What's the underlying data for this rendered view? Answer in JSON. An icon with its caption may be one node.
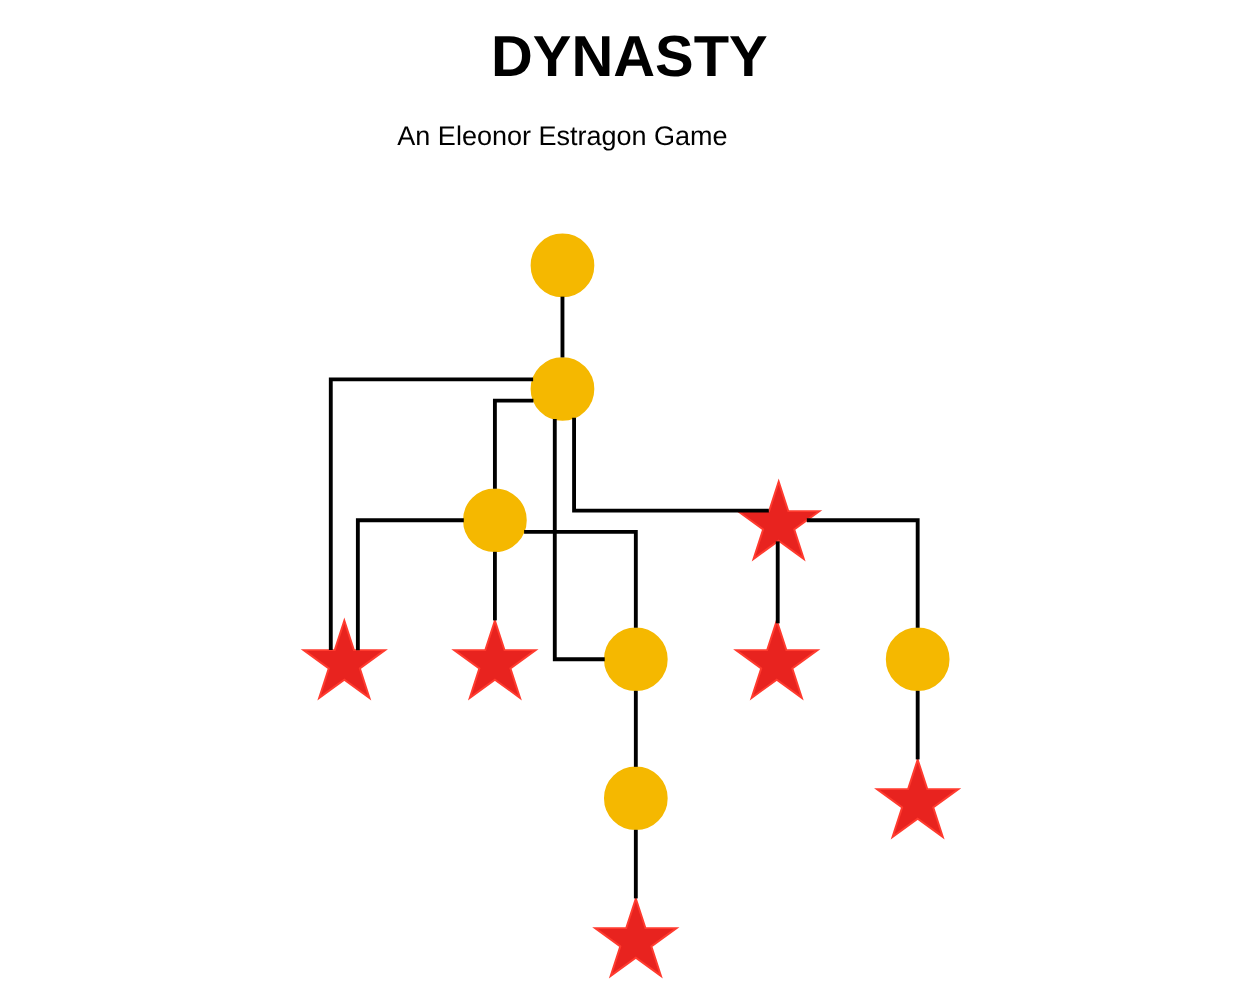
{
  "diagram": {
    "title": "DYNASTY",
    "nodes": [
      {
        "text": [],
        "shape": "circle"
      },
      {
        "text": [],
        "shape": "circle"
      },
      {
        "text": [],
        "shape": "circle"
      },
      {
        "text": [],
        "shape": "star"
      },
      {
        "text": [],
        "shape": "star"
      },
      {
        "text": [],
        "shape": "circle"
      },
      {
        "text": [],
        "shape": "star"
      },
      {
        "text": [],
        "shape": "circle"
      },
      {
        "text": [],
        "shape": "circle"
      },
      {
        "text": [],
        "shape": "star"
      },
      {
        "text": [],
        "shape": "star"
      },
      {
        "text": [],
        "shape": "star"
      }
    ],
    "edges": [
      {
        "from": 0,
        "to": 1,
        "arrow": "none"
      },
      {
        "from": 1,
        "to": 2,
        "arrow": "none"
      },
      {
        "from": 2,
        "to": 3,
        "arrow": "none"
      },
      {
        "from": 2,
        "to": 4,
        "arrow": "none"
      },
      {
        "from": 2,
        "to": 5,
        "arrow": "none"
      },
      {
        "from": 1,
        "to": 4,
        "arrow": "none"
      },
      {
        "from": 1,
        "to": 5,
        "arrow": "none"
      },
      {
        "from": 1,
        "to": 6,
        "arrow": "none"
      },
      {
        "from": 6,
        "to": 8,
        "arrow": "none"
      },
      {
        "from": 6,
        "to": 9,
        "arrow": "none"
      },
      {
        "from": 5,
        "to": 7,
        "arrow": "none"
      },
      {
        "from": 7,
        "to": 10,
        "arrow": "none"
      },
      {
        "from": 8,
        "to": 11,
        "arrow": "none"
      }
    ],
    "labels": [
      "An Eleonor Estragon Game"
    ]
  }
}
